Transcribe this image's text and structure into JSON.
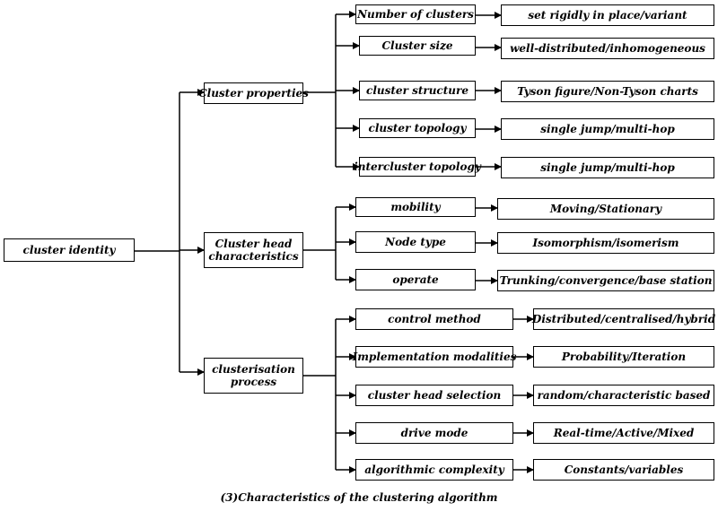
{
  "diagram": {
    "root": "cluster identity",
    "groups": [
      {
        "label": "Cluster properties",
        "items": [
          {
            "name": "Number of clusters",
            "value": "set rigidly in place/variant"
          },
          {
            "name": "Cluster size",
            "value": "well-distributed/inhomogeneous"
          },
          {
            "name": "cluster structure",
            "value": "Tyson figure/Non-Tyson charts"
          },
          {
            "name": "cluster topology",
            "value": "single jump/multi-hop"
          },
          {
            "name": "intercluster topology",
            "value": "single jump/multi-hop"
          }
        ]
      },
      {
        "label": "Cluster head characteristics",
        "items": [
          {
            "name": "mobility",
            "value": "Moving/Stationary"
          },
          {
            "name": "Node type",
            "value": "Isomorphism/isomerism"
          },
          {
            "name": "operate",
            "value": "Trunking/convergence/base station"
          }
        ]
      },
      {
        "label": "clusterisation process",
        "items": [
          {
            "name": "control method",
            "value": "Distributed/centralised/hybrid"
          },
          {
            "name": "Implementation modalities",
            "value": "Probability/Iteration"
          },
          {
            "name": "cluster head selection",
            "value": "random/characteristic based"
          },
          {
            "name": "drive mode",
            "value": "Real-time/Active/Mixed"
          },
          {
            "name": "algorithmic complexity",
            "value": "Constants/variables"
          }
        ]
      }
    ]
  },
  "caption": "(3)Characteristics of the clustering algorithm"
}
